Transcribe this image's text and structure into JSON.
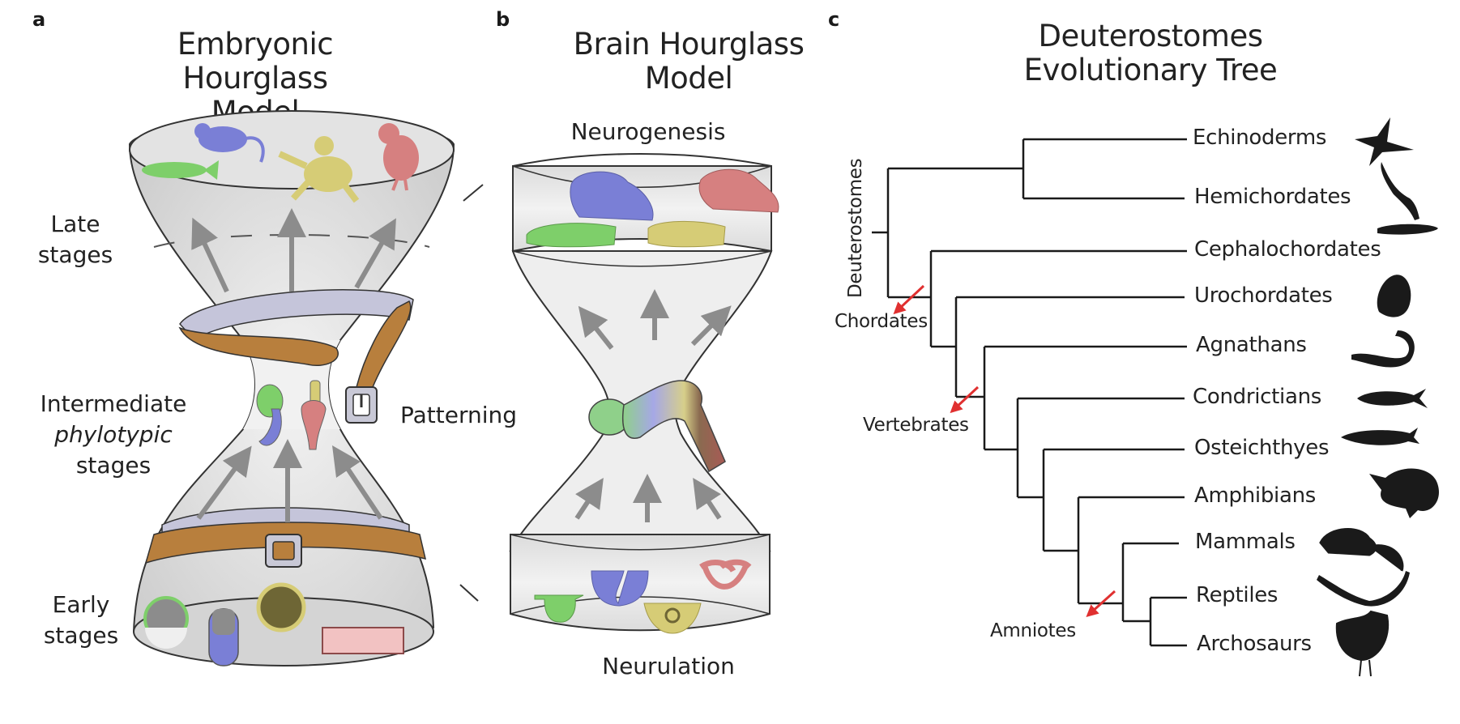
{
  "panels": {
    "a": {
      "letter": "a",
      "title_line1": "Embryonic Hourglass",
      "title_line2": "Model",
      "stage_labels": {
        "late_line1": "Late",
        "late_line2": "stages",
        "intermediate_line1": "Intermediate",
        "intermediate_line2": "phylotypic",
        "intermediate_line3": "stages",
        "early_line1": "Early",
        "early_line2": "stages"
      },
      "side_label": "Patterning",
      "organism_colors": {
        "zebrafish": "#7ecf6a",
        "mouse": "#7a7fd6",
        "frog": "#d6cc76",
        "chick": "#d68080"
      },
      "belt_color": "#b87f3d",
      "band_color": "#c5c5da"
    },
    "b": {
      "letter": "b",
      "title_line1": "Brain Hourglass",
      "title_line2": "Model",
      "top_label": "Neurogenesis",
      "bottom_label": "Neurulation"
    },
    "c": {
      "letter": "c",
      "title_line1": "Deuterostomes",
      "title_line2": "Evolutionary Tree",
      "root_label": "Deuterostomes",
      "taxa": [
        {
          "name": "Echinoderms",
          "icon": "starfish-icon"
        },
        {
          "name": "Hemichordates",
          "icon": "acorn-worm-icon"
        },
        {
          "name": "Cephalochordates",
          "icon": "lancelet-icon"
        },
        {
          "name": "Urochordates",
          "icon": "sea-squirt-icon"
        },
        {
          "name": "Agnathans",
          "icon": "lamprey-icon"
        },
        {
          "name": "Condrictians",
          "icon": "shark-icon"
        },
        {
          "name": "Osteichthyes",
          "icon": "bony-fish-icon"
        },
        {
          "name": "Amphibians",
          "icon": "frog-icon"
        },
        {
          "name": "Mammals",
          "icon": "mouse-icon"
        },
        {
          "name": "Reptiles",
          "icon": "lizard-icon"
        },
        {
          "name": "Archosaurs",
          "icon": "chicken-icon"
        }
      ],
      "clades": [
        {
          "name": "Chordates"
        },
        {
          "name": "Vertebrates"
        },
        {
          "name": "Amniotes"
        }
      ],
      "clade_arrow_color": "#e03030"
    }
  }
}
